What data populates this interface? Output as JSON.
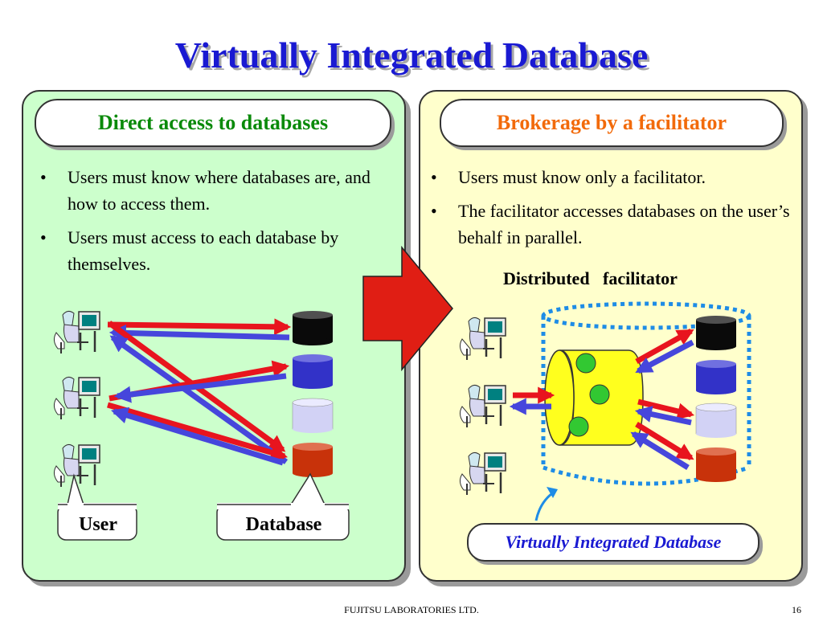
{
  "title": "Virtually Integrated Database",
  "left": {
    "header": "Direct access to databases",
    "bullets": [
      "Users must know where databases are, and how to access them.",
      "Users must access to each database by themselves."
    ],
    "user_label": "User",
    "database_label": "Database"
  },
  "right": {
    "header": "Brokerage by a facilitator",
    "bullets": [
      "Users must know only a  facilitator.",
      "The facilitator accesses databases on the user’s behalf in parallel."
    ],
    "distributed_label": "Distributed   facilitator",
    "vidb_label": "Virtually Integrated Database"
  },
  "footer": {
    "company": "FUJITSU LABORATORIES LTD.",
    "page": "16"
  },
  "colors": {
    "title": "#1a1ad2",
    "left_panel_bg": "#ccffcc",
    "right_panel_bg": "#ffffcc",
    "left_header": "#0a8a0a",
    "right_header": "#f26a0a",
    "arrow_red": "#e8141e",
    "arrow_blue": "#4646dc",
    "db_black": "#0a0a0a",
    "db_blue": "#3232c8",
    "db_lavender": "#d2d2f5",
    "db_rust": "#c8320a",
    "facilitator_yellow": "#ffff1e",
    "facilitator_node": "#32c832"
  }
}
